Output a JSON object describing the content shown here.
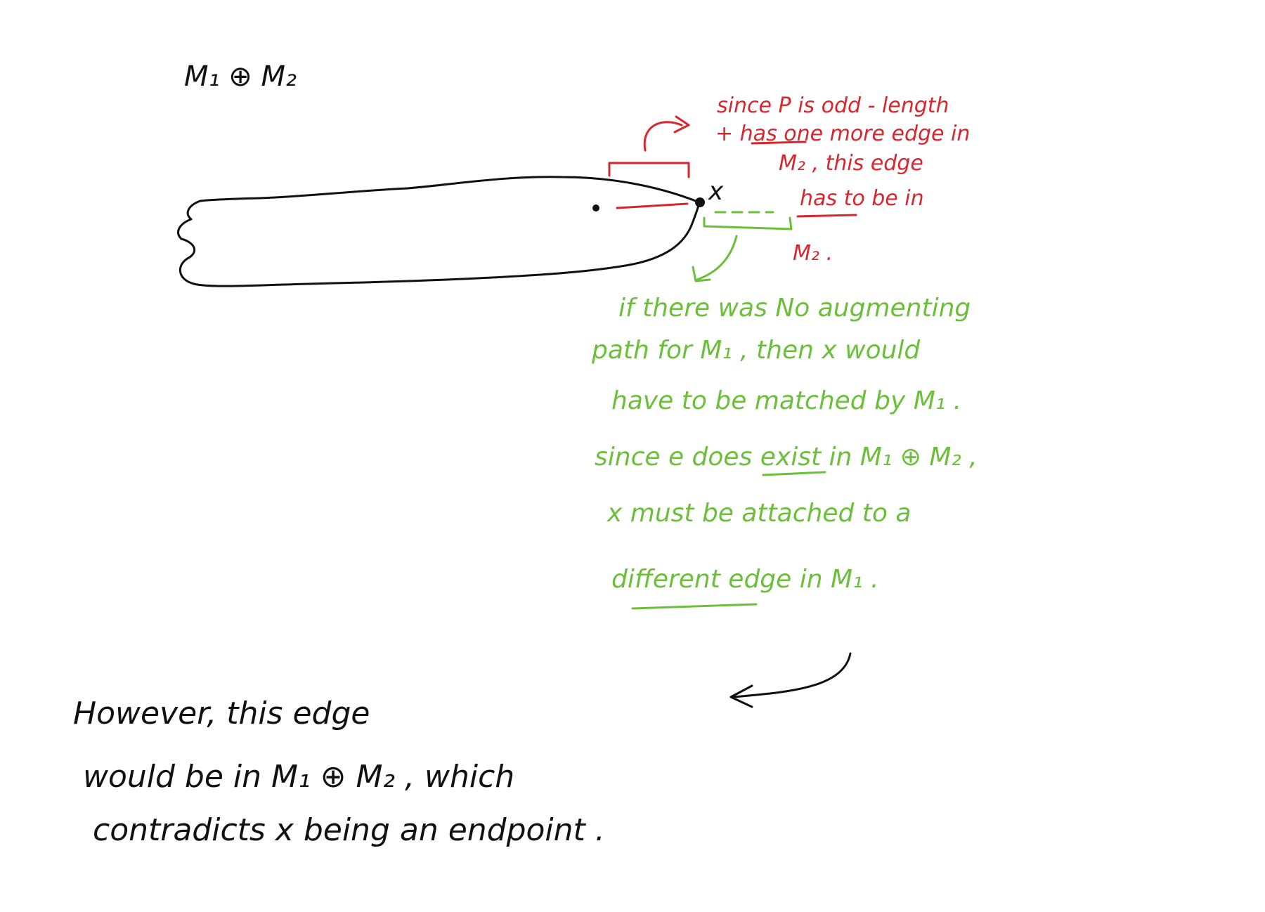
{
  "title": "M₁ ⊕ M₂",
  "vertex_label": "x",
  "red_note": {
    "lines": [
      "since P is odd - length",
      "+ has one more edge in",
      "M₂ , this edge",
      "has to be in",
      "M₂ ."
    ]
  },
  "green_note": {
    "lines": [
      "if there was No augmenting",
      "path for M₁ , then x would",
      "have to be matched by M₁ .",
      "since e does exist in M₁ ⊕ M₂ ,",
      "x must be attached to a",
      "different edge in M₁ ."
    ],
    "inline_red_letter": "e"
  },
  "conclusion": {
    "lines": [
      "However, this edge",
      "would be in M₁ ⊕ M₂ , which",
      "contradicts x being an endpoint ."
    ]
  },
  "colors": {
    "black": "#111111",
    "red": "#d8262e",
    "green": "#6cbf3a"
  }
}
